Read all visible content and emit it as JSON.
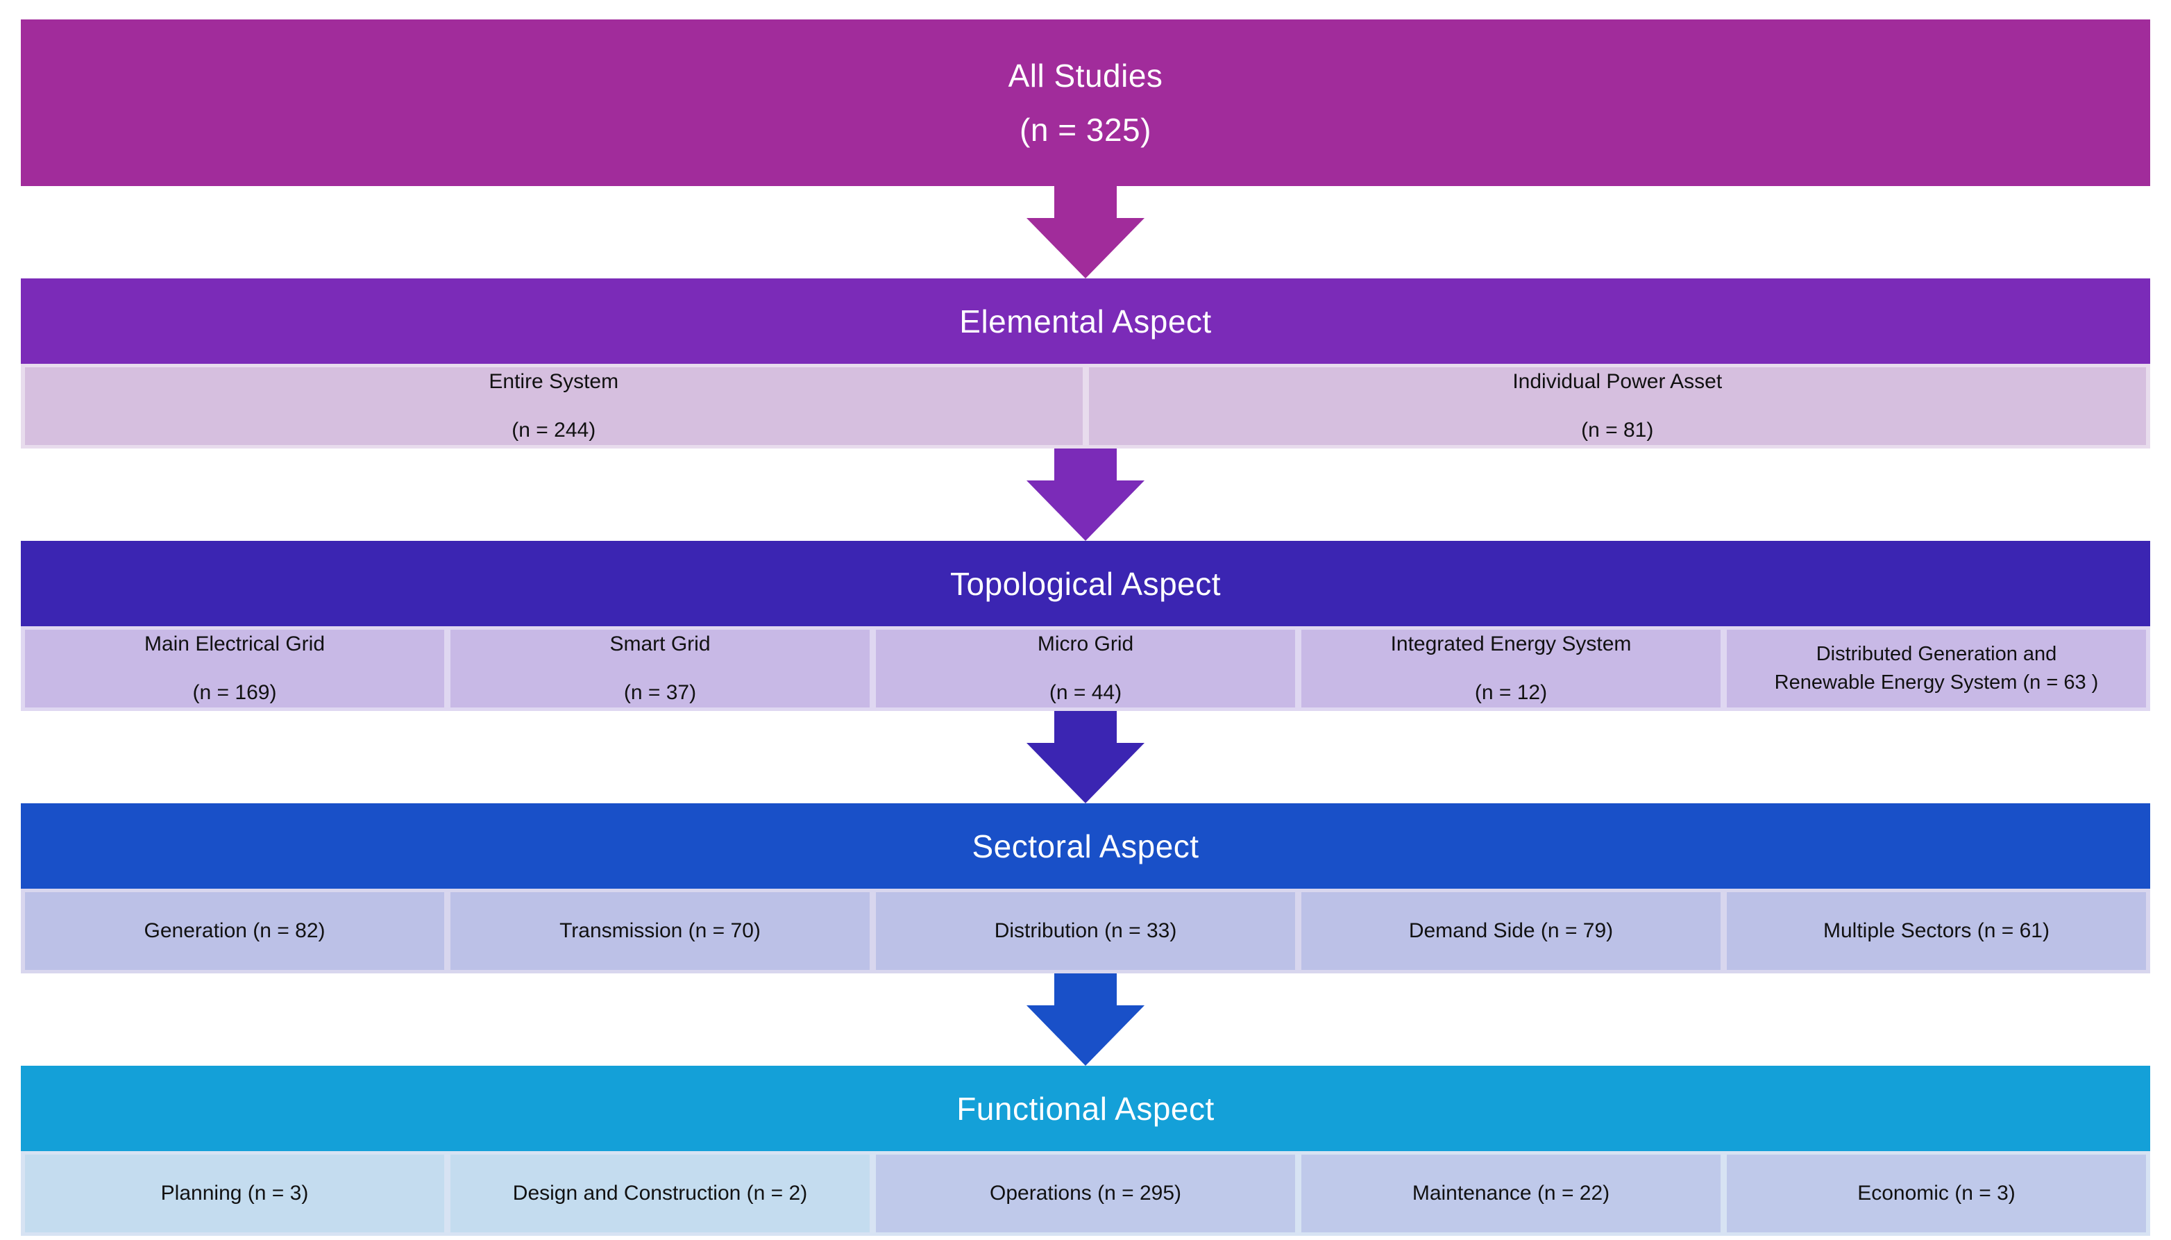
{
  "root": {
    "title": "All Studies",
    "count": "(n = 325)"
  },
  "levels": [
    {
      "header": "Elemental Aspect",
      "cells": [
        {
          "lines": [
            "Entire System",
            "(n = 244)"
          ]
        },
        {
          "lines": [
            "Individual Power Asset",
            "(n = 81)"
          ]
        }
      ]
    },
    {
      "header": "Topological Aspect",
      "cells": [
        {
          "lines": [
            "Main Electrical Grid",
            "(n = 169)"
          ]
        },
        {
          "lines": [
            "Smart Grid",
            "(n = 37)"
          ]
        },
        {
          "lines": [
            "Micro Grid",
            "(n = 44)"
          ]
        },
        {
          "lines": [
            "Integrated Energy System",
            "(n = 12)"
          ]
        },
        {
          "lines": [
            "Distributed Generation and",
            "Renewable Energy System (n = 63 )"
          ]
        }
      ]
    },
    {
      "header": "Sectoral Aspect",
      "cells": [
        {
          "lines": [
            "Generation (n = 82)"
          ]
        },
        {
          "lines": [
            "Transmission (n = 70)"
          ]
        },
        {
          "lines": [
            "Distribution (n = 33)"
          ]
        },
        {
          "lines": [
            "Demand Side (n = 79)"
          ]
        },
        {
          "lines": [
            "Multiple Sectors (n = 61)"
          ]
        }
      ]
    },
    {
      "header": "Functional Aspect",
      "cells": [
        {
          "lines": [
            "Planning (n = 3)"
          ]
        },
        {
          "lines": [
            "Design and Construction (n = 2)"
          ]
        },
        {
          "lines": [
            "Operations (n = 295)"
          ]
        },
        {
          "lines": [
            "Maintenance (n = 22)"
          ]
        },
        {
          "lines": [
            "Economic (n = 3)"
          ]
        }
      ]
    }
  ],
  "colors": {
    "root_band": "#A12C9B",
    "elemental_header": "#7B2BB8",
    "topological_header": "#3B25B2",
    "sectoral_header": "#1950C8",
    "functional_header": "#14A0D8",
    "elemental_cell": "#D6BFDF",
    "elemental_row_bg": "#E8DCED",
    "topological_cell": "#C8B9E6",
    "topological_row_bg": "#DFD7F1",
    "sectoral_cell": "#BCC1E7",
    "sectoral_row_bg": "#D8D6EE",
    "functional_cell_left": "#C4DCEF",
    "functional_cell_right": "#BFC9EA",
    "functional_row_bg": "#D7E3F3",
    "text_light": "#FFFFFF",
    "text_dark": "#111111"
  }
}
